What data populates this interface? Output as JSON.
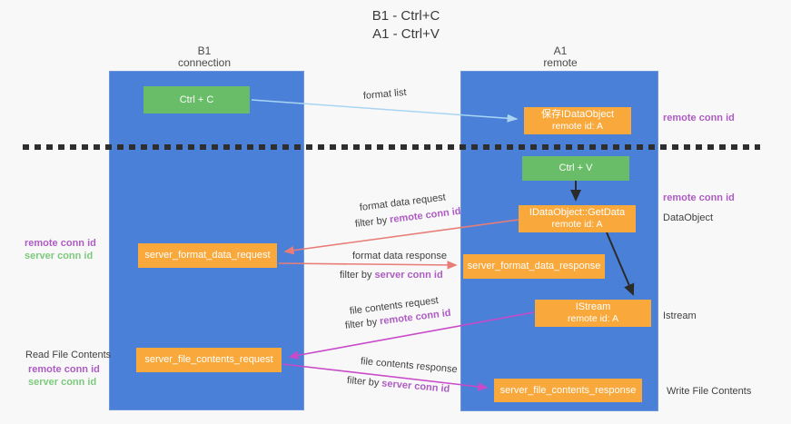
{
  "title": {
    "line1": "B1 - Ctrl+C",
    "line2": "A1 - Ctrl+V"
  },
  "columns": {
    "left": {
      "name": "B1",
      "subtitle": "connection"
    },
    "right": {
      "name": "A1",
      "subtitle": "remote"
    }
  },
  "nodes": {
    "ctrl_c": {
      "label": "Ctrl + C"
    },
    "ctrl_v": {
      "label": "Ctrl + V"
    },
    "save_idataobject": {
      "line1": "保存IDataObject",
      "line2": "remote id: A"
    },
    "idataobject_getdata": {
      "line1": "IDataObject::GetData",
      "line2": "remote id: A"
    },
    "istream": {
      "line1": "IStream",
      "line2": "remote id: A"
    },
    "server_format_data_request": {
      "label": "server_format_data_request"
    },
    "server_format_data_response": {
      "label": "server_format_data_response"
    },
    "server_file_contents_request": {
      "label": "server_file_contents_request"
    },
    "server_file_contents_response": {
      "label": "server_file_contents_response"
    }
  },
  "flow_labels": {
    "format_list": "format list",
    "format_data_request": "format data request",
    "format_data_response": "format data response",
    "file_contents_request": "file contents request",
    "file_contents_response": "file contents response",
    "filter_by": "filter by",
    "remote_conn_id": "remote conn id",
    "server_conn_id": "server conn id"
  },
  "side_labels": {
    "remote_conn_id": "remote conn id",
    "server_conn_id": "server conn id",
    "dataobject": "DataObject",
    "istream": "Istream",
    "read_file_contents": "Read File Contents",
    "write_file_contents": "Write File Contents"
  },
  "colors": {
    "lane_blue": "#4a80d8",
    "node_green": "#69bd68",
    "node_orange": "#f9a83b",
    "arrow_salmon": "#e87d78",
    "arrow_magenta": "#c94ac9",
    "arrow_light_blue": "#aad5f2",
    "arrow_black": "#2b2b2b",
    "text_purple": "#ae5cc4",
    "text_green": "#7cc97c"
  }
}
